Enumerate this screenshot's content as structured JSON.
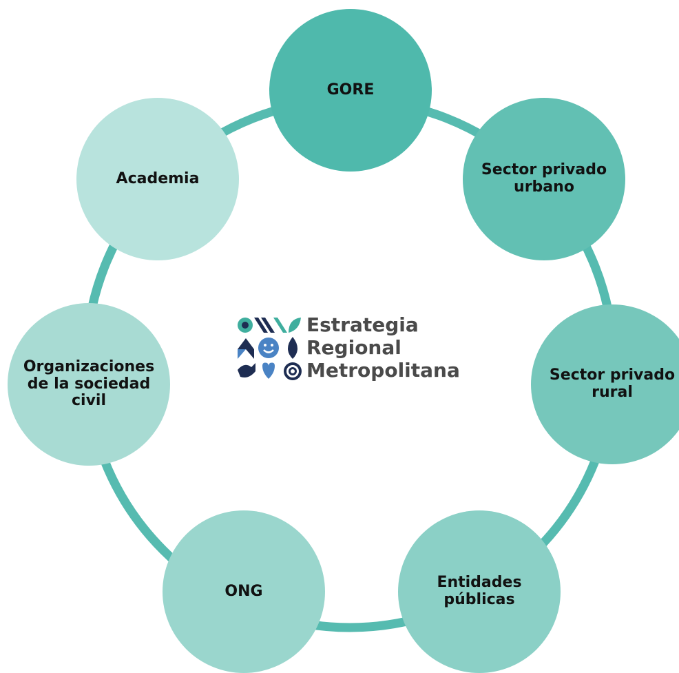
{
  "diagram": {
    "colors": {
      "ring": "#56bbb0",
      "white": "#ffffff",
      "node_text": "#111111",
      "logo_text": "#4a4a4a",
      "logo_navy": "#1e2d52",
      "logo_teal": "#3fae9e",
      "logo_mint": "#9fd8cf",
      "logo_blue": "#4a83c4"
    },
    "nodes": [
      {
        "id": "gore",
        "label": "GORE",
        "fill": "#4fb9ac"
      },
      {
        "id": "sector-privado-urbano",
        "label": "Sector privado\nurbano",
        "fill": "#62c0b3"
      },
      {
        "id": "sector-privado-rural",
        "label": "Sector privado\nrural",
        "fill": "#76c7bb"
      },
      {
        "id": "entidades-publicas",
        "label": "Entidades\npúblicas",
        "fill": "#8bd0c6"
      },
      {
        "id": "ong",
        "label": "ONG",
        "fill": "#9ad6cd"
      },
      {
        "id": "organizaciones-sociedad-civil",
        "label": "Organizaciones\nde la sociedad\ncivil",
        "fill": "#a8dbd3"
      },
      {
        "id": "academia",
        "label": "Academia",
        "fill": "#b8e3dd"
      }
    ],
    "center_logo": {
      "lines": [
        "Estrategia",
        "Regional",
        "Metropolitana"
      ],
      "emblem": "estrategia-regional-metropolitana-emblem"
    }
  }
}
